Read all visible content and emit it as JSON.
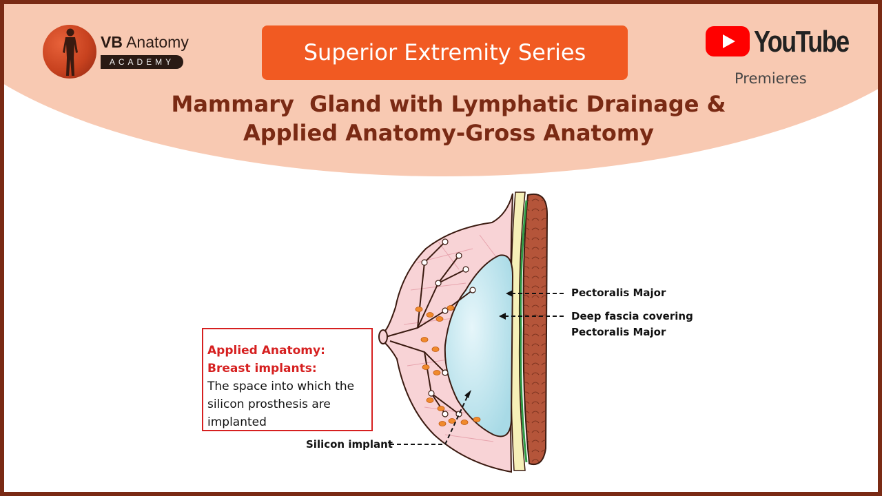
{
  "brand": {
    "name_bold": "VB",
    "name_rest": " Anatomy",
    "subtitle": "ACADEMY"
  },
  "series_label": "Superior Extremity Series",
  "youtube": {
    "wordmark": "YouTube",
    "subtitle": "Premieres"
  },
  "title": {
    "line1": "Mammary  Gland with Lymphatic Drainage &",
    "line2": "Applied Anatomy-Gross Anatomy"
  },
  "labels": {
    "pectoralis_major": "Pectoralis Major",
    "deep_fascia_line1": "Deep fascia covering",
    "deep_fascia_line2": "Pectoralis Major",
    "silicon_implant": "Silicon implant"
  },
  "applied_box": {
    "heading1": "Applied Anatomy:",
    "heading2": "Breast implants:",
    "body_line1": "The space into which the",
    "body_line2": "silicon prosthesis are",
    "body_line3": "implanted"
  },
  "colors": {
    "border": "#7a2a14",
    "header_band": "#f8c9b2",
    "accent_orange": "#f15a22",
    "title_brown": "#7a2a14",
    "applied_red": "#d62020",
    "implant_blue": "#bfe6ef",
    "muscle_brown": "#b5553a",
    "breast_pink": "#f8d3d6",
    "lymph_orange": "#f08a2c"
  },
  "icons": {
    "brand": "human-figure-icon",
    "youtube": "youtube-play-icon"
  }
}
